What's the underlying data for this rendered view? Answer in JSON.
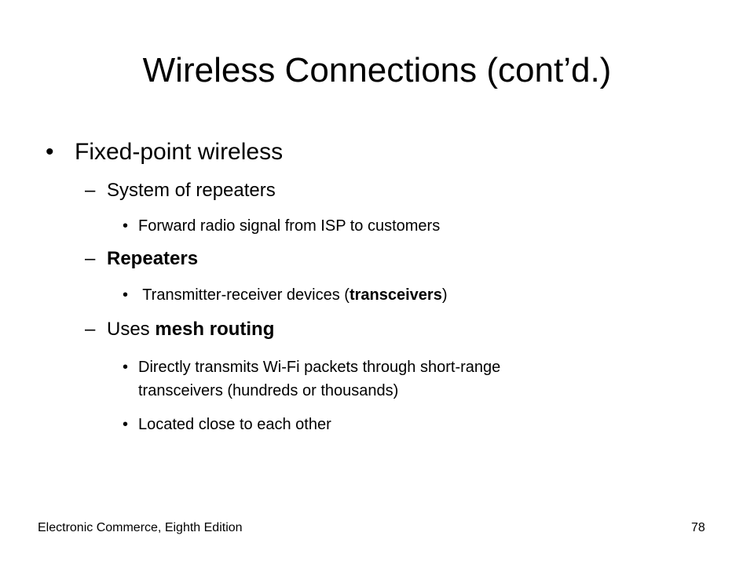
{
  "slide": {
    "title": "Wireless Connections (cont’d.)",
    "bullet_marker": "•",
    "dash_marker": "–",
    "items": [
      {
        "text": "Fixed-point wireless"
      },
      {
        "text": "System of repeaters"
      },
      {
        "text": "Forward radio signal from ISP to customers"
      },
      {
        "text": "Repeaters"
      },
      {
        "pre": " Transmitter-receiver devices (",
        "bold": "transceivers",
        "post": ")"
      },
      {
        "pre": "Uses ",
        "bold": "mesh routing"
      },
      {
        "line1": "Directly transmits Wi-Fi packets through short-range",
        "line2": "transceivers (hundreds or thousands)"
      },
      {
        "text": "Located close to each other"
      }
    ],
    "footer": {
      "left": "Electronic Commerce, Eighth Edition",
      "page_number": "78"
    }
  }
}
